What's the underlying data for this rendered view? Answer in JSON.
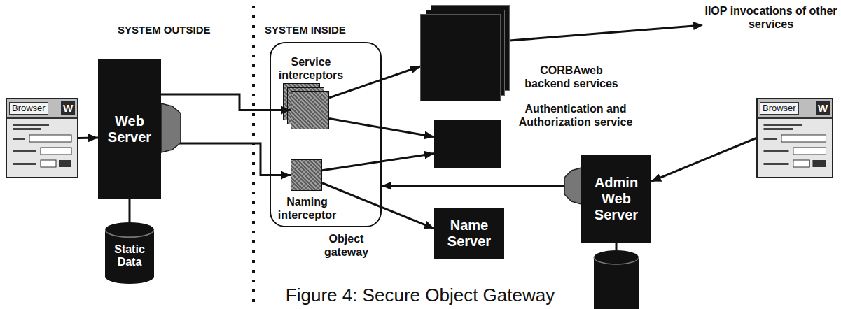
{
  "diagram": {
    "caption": "Figure 4: Secure Object Gateway",
    "nodes": [
      {
        "text": [
          "Browser",
          "W"
        ]
      },
      {
        "text": [
          "Web Server"
        ]
      },
      {
        "text": [
          "Static Data"
        ]
      },
      {
        "text": [
          "Object gateway"
        ]
      },
      {
        "text": [
          "Service interceptors"
        ],
        "in": 3
      },
      {
        "text": [
          "Naming interceptor"
        ],
        "in": 3
      },
      {
        "text": [
          "CORBAweb backend services"
        ]
      },
      {
        "text": [
          "Authentication and Authorization service"
        ]
      },
      {
        "text": [
          "Name Server"
        ]
      },
      {
        "text": [
          "Admin Web Server"
        ]
      },
      {
        "text": [
          "Browser",
          "W"
        ]
      }
    ],
    "edges": [
      {
        "from": 0,
        "to": 1,
        "arrow": "to"
      },
      {
        "from": 1,
        "to": 2,
        "arrow": "none"
      },
      {
        "from": 1,
        "to": 4,
        "arrow": "to"
      },
      {
        "from": 1,
        "to": 5,
        "arrow": "to"
      },
      {
        "from": 4,
        "to": 6,
        "arrow": "to"
      },
      {
        "from": 4,
        "to": 7,
        "arrow": "to"
      },
      {
        "from": 5,
        "to": 7,
        "arrow": "to"
      },
      {
        "from": 5,
        "to": 8,
        "arrow": "to"
      },
      {
        "from": 9,
        "to": 3,
        "arrow": "to"
      },
      {
        "from": 10,
        "to": 9,
        "arrow": "to"
      }
    ],
    "labels": [
      "SYSTEM OUTSIDE",
      "SYSTEM INSIDE",
      "IIOP invocations of other services"
    ]
  }
}
